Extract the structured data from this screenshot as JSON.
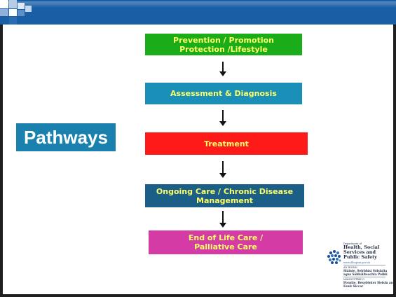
{
  "slide": {
    "title": "Pathways"
  },
  "steps": [
    {
      "label": "Prevention / Promotion Protection /Lifestyle",
      "fill": "#1aad19",
      "text_color": "#ffff66"
    },
    {
      "label": "Assessment & Diagnosis",
      "fill": "#1a8fb8",
      "text_color": "#ffff66"
    },
    {
      "label": "Treatment",
      "fill": "#ff1a1a",
      "text_color": "#ffff66"
    },
    {
      "label": "Ongoing Care / Chronic Disease Management",
      "fill": "#1b5e87",
      "text_color": "#ffff66"
    },
    {
      "label": "End of Life Care / Palliative Care",
      "fill": "#d43ba5",
      "text_color": "#ffff66"
    }
  ],
  "logo": {
    "department_of": "Department of",
    "name_en": "Health, Social Services and Public Safety",
    "url": "www.dhsspsni.gov.uk",
    "an_roinn": "AN ROINN",
    "name_ga": "Sláinte, Seirbhísí Sóisialta agus Sábháilteachta Poiblí",
    "maunystrie": "MÄNNYSTRIE O",
    "name_us": "Poustie, Resydènter Heisin an Fowk Siccar"
  },
  "colors": {
    "top_bar": "#1a5fa6",
    "title_box": "#1a80ad",
    "frame": "#1f1f1f"
  }
}
